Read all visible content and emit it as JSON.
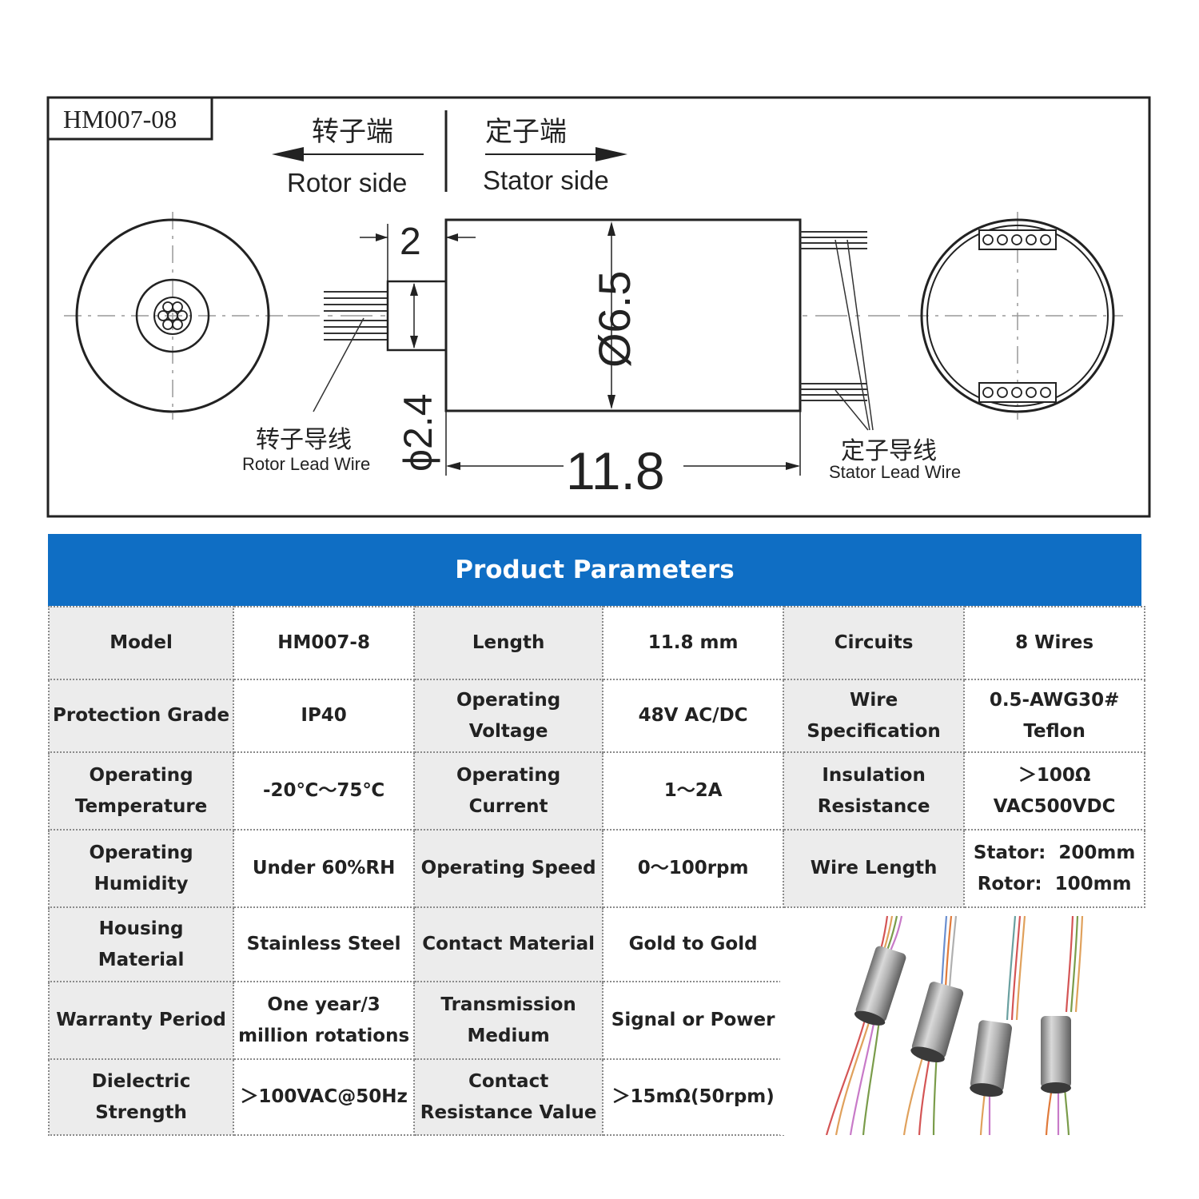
{
  "drawing": {
    "model_box": "HM007-08",
    "rotor_side_cn": "转子端",
    "rotor_side_en": "Rotor side",
    "stator_side_cn": "定子端",
    "stator_side_en": "Stator side",
    "dim_2": "2",
    "dim_diameter_65": "Ø6.5",
    "dim_diameter_24": "ϕ2.4",
    "dim_length": "11.8",
    "rotor_lead_cn": "转子导线",
    "rotor_lead_en": "Rotor Lead Wire",
    "stator_lead_cn": "定子导线",
    "stator_lead_en": "Stator Lead Wire"
  },
  "params": {
    "header": "Product Parameters",
    "rows": [
      [
        {
          "t": "l",
          "lines": [
            "Model"
          ]
        },
        {
          "t": "v",
          "lines": [
            "HM007-8"
          ]
        },
        {
          "t": "l",
          "lines": [
            "Length"
          ]
        },
        {
          "t": "v",
          "lines": [
            "11.8 mm"
          ]
        },
        {
          "t": "l",
          "lines": [
            "Circuits"
          ]
        },
        {
          "t": "v",
          "lines": [
            "8 Wires"
          ]
        }
      ],
      [
        {
          "t": "l",
          "lines": [
            "Protection Grade"
          ]
        },
        {
          "t": "v",
          "lines": [
            "IP40"
          ]
        },
        {
          "t": "l",
          "lines": [
            "Operating",
            "Voltage"
          ]
        },
        {
          "t": "v",
          "lines": [
            "48V AC/DC"
          ]
        },
        {
          "t": "l",
          "lines": [
            "Wire",
            "Specification"
          ]
        },
        {
          "t": "v",
          "lines": [
            "0.5-AWG30#",
            "Teflon"
          ]
        }
      ],
      [
        {
          "t": "l",
          "lines": [
            "Operating",
            "Temperature"
          ]
        },
        {
          "t": "v",
          "lines": [
            "-20℃～75℃"
          ]
        },
        {
          "t": "l",
          "lines": [
            "Operating",
            "Current"
          ]
        },
        {
          "t": "v",
          "lines": [
            "1～2A"
          ]
        },
        {
          "t": "l",
          "lines": [
            "Insulation",
            "Resistance"
          ]
        },
        {
          "t": "v",
          "lines": [
            "＞100Ω",
            "VAC500VDC"
          ]
        }
      ],
      [
        {
          "t": "l",
          "lines": [
            "Operating",
            "Humidity"
          ]
        },
        {
          "t": "v",
          "lines": [
            "Under 60%RH"
          ]
        },
        {
          "t": "l",
          "lines": [
            "Operating Speed"
          ]
        },
        {
          "t": "v",
          "lines": [
            "0～100rpm"
          ]
        },
        {
          "t": "l",
          "lines": [
            "Wire Length"
          ]
        },
        {
          "t": "v",
          "lines": [
            "Stator:  200mm",
            "Rotor:  100mm"
          ]
        }
      ],
      [
        {
          "t": "l",
          "lines": [
            "Housing",
            "Material"
          ]
        },
        {
          "t": "v",
          "lines": [
            "Stainless Steel"
          ]
        },
        {
          "t": "l",
          "lines": [
            "Contact Material"
          ]
        },
        {
          "t": "v",
          "lines": [
            "Gold to Gold"
          ]
        }
      ],
      [
        {
          "t": "l",
          "lines": [
            "Warranty Period"
          ]
        },
        {
          "t": "v",
          "lines": [
            "One year/3",
            "million rotations"
          ]
        },
        {
          "t": "l",
          "lines": [
            "Transmission",
            "Medium"
          ]
        },
        {
          "t": "v",
          "lines": [
            "Signal or Power"
          ]
        }
      ],
      [
        {
          "t": "l",
          "lines": [
            "Dielectric",
            "Strength"
          ]
        },
        {
          "t": "v",
          "lines": [
            "＞100VAC@50Hz"
          ]
        },
        {
          "t": "l",
          "lines": [
            "Contact",
            "Resistance Value"
          ]
        },
        {
          "t": "v",
          "lines": [
            "＞15mΩ(50rpm)"
          ]
        }
      ]
    ]
  }
}
